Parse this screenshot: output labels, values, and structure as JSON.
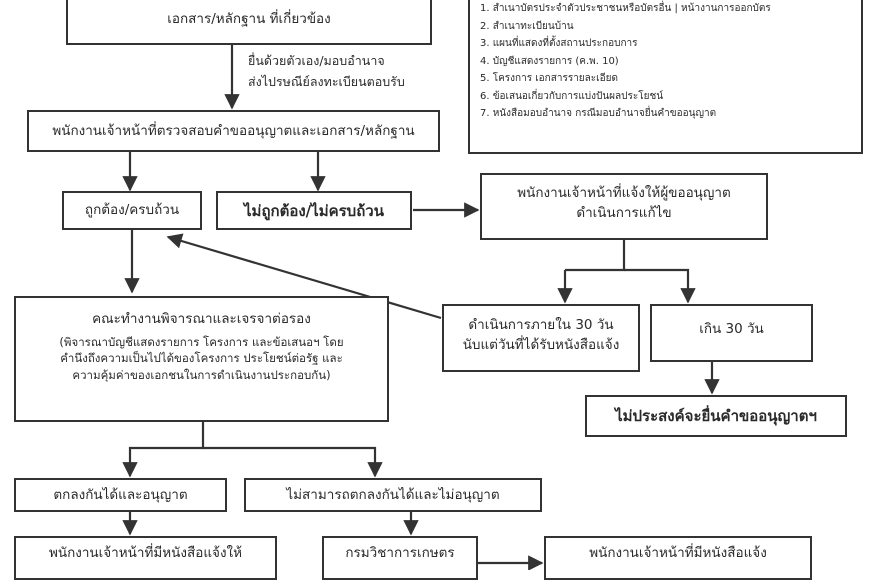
{
  "top_box": {
    "line1": "",
    "line2": "เอกสาร/หลักฐาน ที่เกี่ยวข้อง"
  },
  "submit_note": {
    "line1": "ยื่นด้วยตัวเอง/มอบอำนาจ",
    "line2": "ส่งไปรษณีย์ลงทะเบียนตอบรับ"
  },
  "documents": [
    "1. สำเนาบัตรประจำตัวประชาชนหรือบัตรอื่น | หน้างานการออกบัตร",
    "2. สำเนาทะเบียนบ้าน",
    "3. แผนที่แสดงที่ตั้งสถานประกอบการ",
    "4. บัญชีแสดงรายการ (ค.พ. 10)",
    "5. โครงการ เอกสารรายละเอียด",
    "6. ข้อเสนอเกี่ยวกับการแบ่งปันผลประโยชน์",
    "7. หนังสือมอบอำนาจ กรณีมอบอำนาจยื่นคำขออนุญาต"
  ],
  "review_box": "พนักงานเจ้าหน้าที่ตรวจสอบคำขออนุญาตและเอกสาร/หลักฐาน",
  "correct_box": "ถูกต้อง/ครบถ้วน",
  "incorrect_box": "ไม่ถูกต้อง/ไม่ครบถ้วน",
  "notify_fix_box": {
    "line1": "พนักงานเจ้าหน้าที่แจ้งให้ผู้ขออนุญาต",
    "line2": "ดำเนินการแก้ไข"
  },
  "committee_box": {
    "title": "คณะทำงานพิจารณาและเจรจาต่อรอง",
    "line1": "(พิจารณาบัญชีแสดงรายการ โครงการ และข้อเสนอฯ โดย",
    "line2": "คำนึงถึงความเป็นไปได้ของโครงการ ประโยชน์ต่อรัฐ และ",
    "line3": "ความคุ้มค่าของเอกชนในการดำเนินงานประกอบกัน)"
  },
  "within_box": {
    "line1": "ดำเนินการภายใน 30 วัน",
    "line2": "นับแต่วันที่ได้รับหนังสือแจ้ง"
  },
  "over_box": "เกิน 30 วัน",
  "no_intent_box": "ไม่ประสงค์จะยื่นคำขออนุญาตฯ",
  "agree_box": "ตกลงกันได้และอนุญาต",
  "disagree_box": "ไม่สามารถตกลงกันได้และไม่อนุญาต",
  "notify_letter_box": "พนักงานเจ้าหน้าที่มีหนังสือแจ้งให้",
  "department_box": "กรมวิชาการเกษตร",
  "notify_letter2_box": "พนักงานเจ้าหน้าที่มีหนังสือแจ้ง"
}
